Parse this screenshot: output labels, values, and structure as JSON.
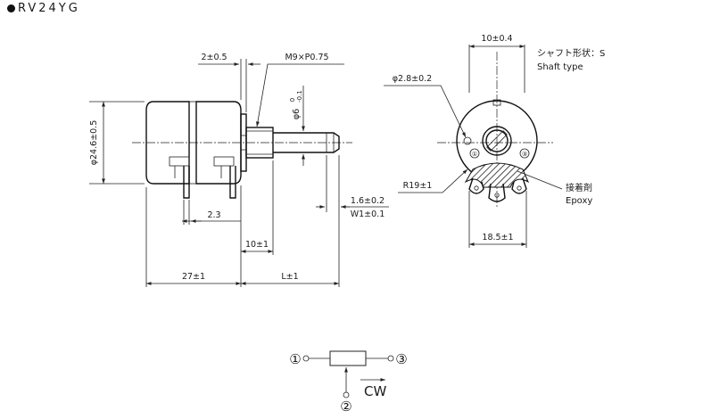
{
  "title": "RV24YG",
  "side_view": {
    "dim_diameter": "φ24.6±0.5",
    "dim_flange": "2±0.5",
    "dim_thread": "M9×P0.75",
    "dim_shaft_dia": "φ6",
    "dim_shaft_dia_tol": "-0.1",
    "dim_shaft_dia_tol2": "0",
    "dim_terminal_offset": "2.3",
    "dim_thread_length": "10±1",
    "dim_body": "27±1",
    "dim_shaft_length": "L±1",
    "dim_slot_depth": "1.6±0.2",
    "dim_slot_width": "W1±0.1"
  },
  "front_view": {
    "dim_slot": "10±0.4",
    "shaft_shape_jp": "シャフト形状：S",
    "shaft_shape_en": "Shaft type",
    "dim_hole": "φ2.8±0.2",
    "dim_radius": "R19±1",
    "adhesive_jp": "接着剤",
    "adhesive_en": "Epoxy",
    "dim_terminal_span": "18.5±1",
    "terminal_1": "①",
    "terminal_3": "③"
  },
  "schematic": {
    "pin_1": "①",
    "pin_2": "②",
    "pin_3": "③",
    "direction": "CW"
  }
}
